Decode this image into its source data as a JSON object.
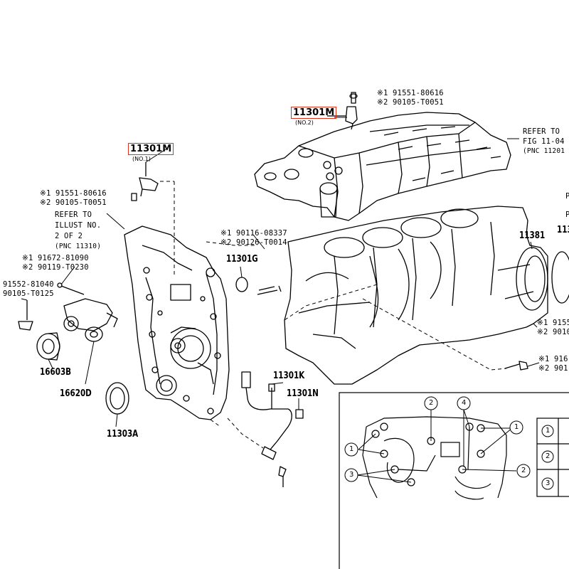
{
  "accent_color": "#e0301e",
  "highlighted_parts": [
    {
      "part": "11301M",
      "sub": "(NO.1)"
    },
    {
      "part": "11301M",
      "sub": "(NO.2)"
    }
  ],
  "top_bolt": {
    "line1": "※1 91551-80616",
    "line2": "※2 90105-T0051"
  },
  "refer_right": {
    "line1": "REFER TO",
    "line2": "FIG 11-04",
    "line3": "(PNC 11201"
  },
  "left_bolt": {
    "line1": "※1 91551-80616",
    "line2": "※2 90105-T0051"
  },
  "refer_left": {
    "line1": "REFER TO",
    "line2": "ILLUST NO.",
    "line3": "2 OF 2",
    "line4": "(PNC 11310)"
  },
  "bolt_a": {
    "line1": "※1 91672-81090",
    "line2": "※2 90119-T0230"
  },
  "bolt_b": {
    "line1": "91552-81040",
    "line2": "90105-T0125"
  },
  "stud": {
    "line1": "※1 90116-08337",
    "line2": "※2 90126-T0014"
  },
  "parts": {
    "p11301G": "11301G",
    "p11381": "11381",
    "p16603B": "16603B",
    "p16620D": "16620D",
    "p11303A": "11303A",
    "p11301K": "11301K",
    "p11301N": "11301N",
    "p1130_edge": "113",
    "p_edge_p": "P",
    "p_edge_p2": "P"
  },
  "right_bolt1": {
    "line1": "※1 9155",
    "line2": "※2 9010"
  },
  "right_bolt2": {
    "line1": "※1 916",
    "line2": "※2 901"
  },
  "callouts": [
    "1",
    "2",
    "3",
    "4"
  ]
}
